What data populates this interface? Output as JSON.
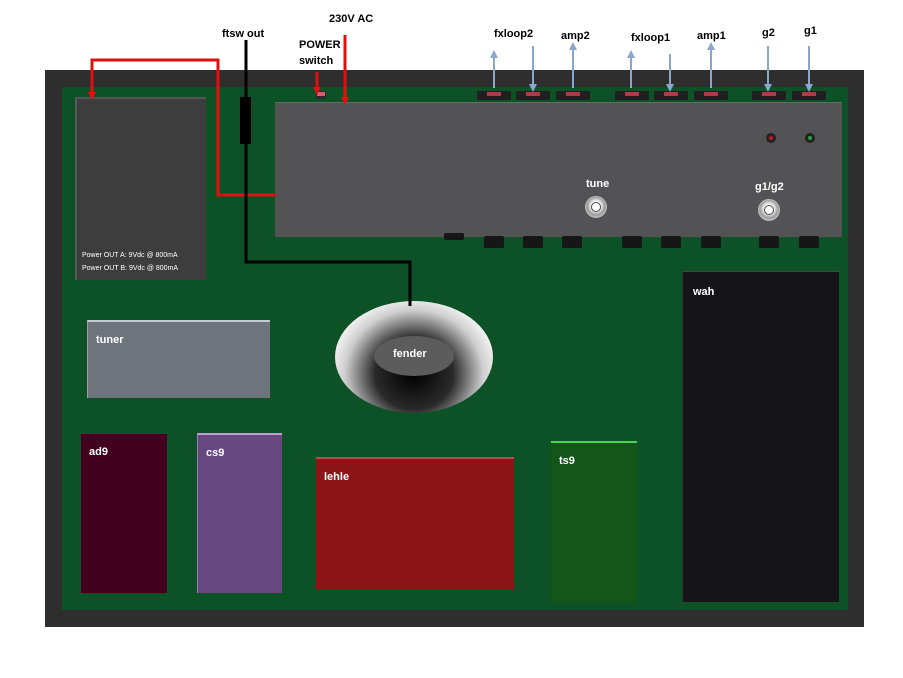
{
  "top_labels": {
    "ftsw_out": "ftsw out",
    "ac": "230V AC",
    "power_line1": "POWER",
    "power_line2": "switch",
    "fxloop2": "fxloop2",
    "amp2": "amp2",
    "fxloop1": "fxloop1",
    "amp1": "amp1",
    "g2": "g2",
    "g1": "g1"
  },
  "psu": {
    "out_a": "Power OUT A: 9Vdc @ 800mA",
    "out_b": "Power OUT B: 9Vdc @ 800mA"
  },
  "switcher": {
    "tune_label": "tune",
    "g1g2_label": "g1/g2",
    "led_colors": {
      "left": "#c0142a",
      "right": "#1fa83a"
    }
  },
  "pedals": {
    "tuner": "tuner",
    "ad9": "ad9",
    "cs9": "cs9",
    "lehle": "lehle",
    "ts9": "ts9",
    "wah": "wah",
    "fender": "fender"
  },
  "colors": {
    "board": "#0c5226",
    "frame": "#2e2e2e",
    "power_wire": "#e11010",
    "signal_wire": "#000000",
    "arrow": "#8aa6cc"
  }
}
